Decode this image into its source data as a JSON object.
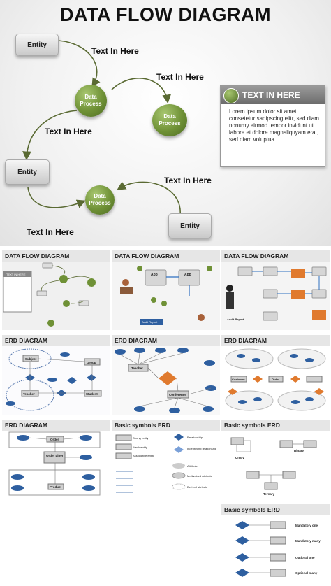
{
  "hero": {
    "title": "DATA FLOW DIAGRAM",
    "entities": [
      "Entity",
      "Entity",
      "Entity"
    ],
    "processes": [
      "Data Process",
      "Data Process",
      "Data Process"
    ],
    "flow_labels": [
      "Text In Here",
      "Text In Here",
      "Text In Here",
      "Text In Here",
      "Text In Here"
    ],
    "textbox": {
      "header": "TEXT IN HERE",
      "body": "Lorem ipsum dolor sit amet, consetetur sadipscing elitr, sed diam nonumy eirmod tempor invidunt ut labore et dolore magnaliquyam erat, sed diam voluptua."
    }
  },
  "thumbnails": [
    {
      "title": "DATA FLOW DIAGRAM"
    },
    {
      "title": "DATA FLOW DIAGRAM"
    },
    {
      "title": "DATA FLOW DIAGRAM"
    },
    {
      "title": "ERD DIAGRAM"
    },
    {
      "title": "ERD DIAGRAM"
    },
    {
      "title": "ERD DIAGRAM"
    },
    {
      "title": "ERD DIAGRAM"
    },
    {
      "title": "Basic symbols ERD"
    },
    {
      "title": "Basic symbols ERD"
    },
    {
      "title": "Basic symbols ERD"
    }
  ],
  "thumb_text": {
    "entity": "Entity",
    "text_in_here": "TEXT IN HERE",
    "app": "App",
    "audit_report": "Audit Report",
    "subject": "Subject",
    "group": "Group",
    "teacher": "Teacher",
    "student": "Student",
    "conference": "Conference",
    "order": "Order",
    "order_liner": "Order Liner",
    "product": "Product",
    "customer": "Customer",
    "strong_entity": "Strong entity",
    "weak_entity": "Weak entity",
    "associative_entity": "Associative entity",
    "relationship": "Relationship",
    "identifying_relationship": "Indentifying relationship",
    "attribute": "Attribute",
    "multivalued_attribute": "Multivalued attribute",
    "derived_attribute": "Derived attribute",
    "unary": "Unary",
    "binary": "Binary",
    "ternary": "Ternary",
    "mandatory_one": "Mandatory one",
    "mandatory_many": "Mandatory many",
    "optional_one": "Optional one",
    "optional_many": "Optional many"
  },
  "colors": {
    "process_green": "#6f9136",
    "erd_blue": "#2e5fa0",
    "erd_orange": "#e07a2e",
    "entity_gray": "#d0d0d0"
  }
}
